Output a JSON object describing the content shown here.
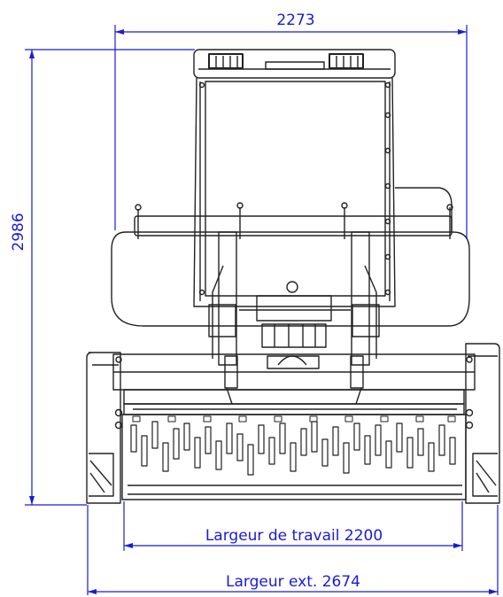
{
  "colors": {
    "dimension": "#1a1ad6",
    "outline": "#222222",
    "hatch": "#555555"
  },
  "dimensions": {
    "overall_height": "2986",
    "top_width": "2273",
    "working_width": "Largeur de travail 2200",
    "external_width": "Largeur ext. 2674"
  }
}
